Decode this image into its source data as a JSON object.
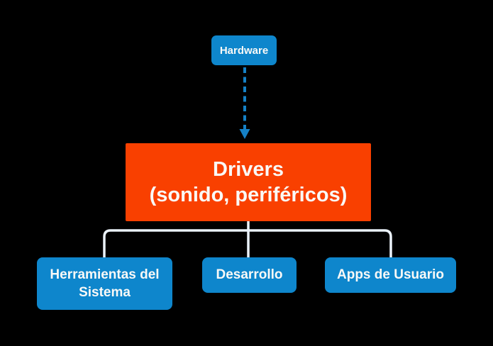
{
  "diagram": {
    "background_color": "#000000",
    "colors": {
      "node_blue": "#0e86cc",
      "node_red": "#f94000",
      "arrow_blue": "#1581c6",
      "connector_line": "#ebf2fa",
      "text": "#faf9f7"
    },
    "nodes": {
      "hardware": {
        "label": "Hardware",
        "color": "#0e86cc"
      },
      "drivers": {
        "label_line1": "Drivers",
        "label_line2": "(sonido, periféricos)",
        "color": "#f94000"
      },
      "herramientas": {
        "label": "Herramientas del Sistema",
        "color": "#0e86cc"
      },
      "desarrollo": {
        "label": "Desarrollo",
        "color": "#0e86cc"
      },
      "apps": {
        "label": "Apps de Usuario",
        "color": "#0e86cc"
      }
    },
    "edges": [
      {
        "from": "Hardware",
        "to": "Drivers (sonido, periféricos)",
        "style": "dashed-arrow"
      },
      {
        "from": "Drivers (sonido, periféricos)",
        "to": "Herramientas del Sistema",
        "style": "solid"
      },
      {
        "from": "Drivers (sonido, periféricos)",
        "to": "Desarrollo",
        "style": "solid"
      },
      {
        "from": "Drivers (sonido, periféricos)",
        "to": "Apps de Usuario",
        "style": "solid"
      }
    ]
  }
}
